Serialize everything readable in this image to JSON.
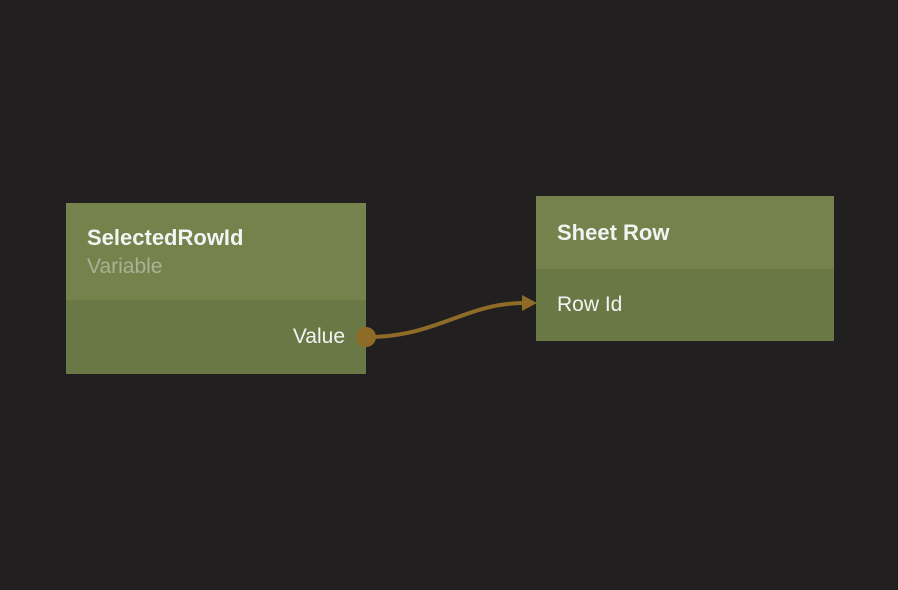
{
  "colors": {
    "canvas_bg": "#211f1f",
    "node_header_bg": "#75824b",
    "node_body_bg": "#6a7846",
    "title_text": "#f3f3f3",
    "subtitle_text": "#a9b295",
    "connection": "#8e6b27"
  },
  "nodes": {
    "variable": {
      "title": "SelectedRowId",
      "subtitle": "Variable",
      "outputs": [
        {
          "label": "Value"
        }
      ]
    },
    "sheet_row": {
      "title": "Sheet Row",
      "inputs": [
        {
          "label": "Row Id"
        }
      ]
    }
  },
  "connection": {
    "from_node": "SelectedRowId",
    "from_port": "Value",
    "to_node": "Sheet Row",
    "to_port": "Row Id"
  }
}
